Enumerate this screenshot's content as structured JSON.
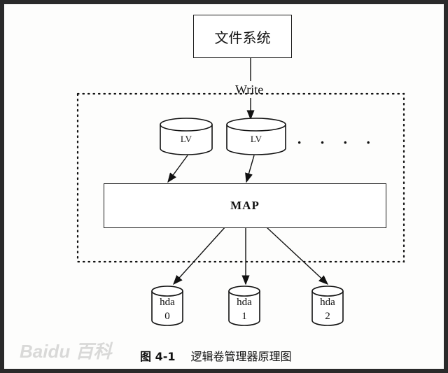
{
  "file_system": "文件系统",
  "write_label": "Write",
  "lv": [
    "LV",
    "LV"
  ],
  "ellipsis": "· · · ·",
  "map": "MAP",
  "hda": [
    {
      "name": "hda",
      "num": "0"
    },
    {
      "name": "hda",
      "num": "1"
    },
    {
      "name": "hda",
      "num": "2"
    }
  ],
  "caption": {
    "number": "图 4-1",
    "title": "逻辑卷管理器原理图"
  },
  "watermark": "Baidu 百科",
  "colors": {
    "line": "#111111",
    "background": "#fdfdfc",
    "frame": "#2a2a2a"
  }
}
